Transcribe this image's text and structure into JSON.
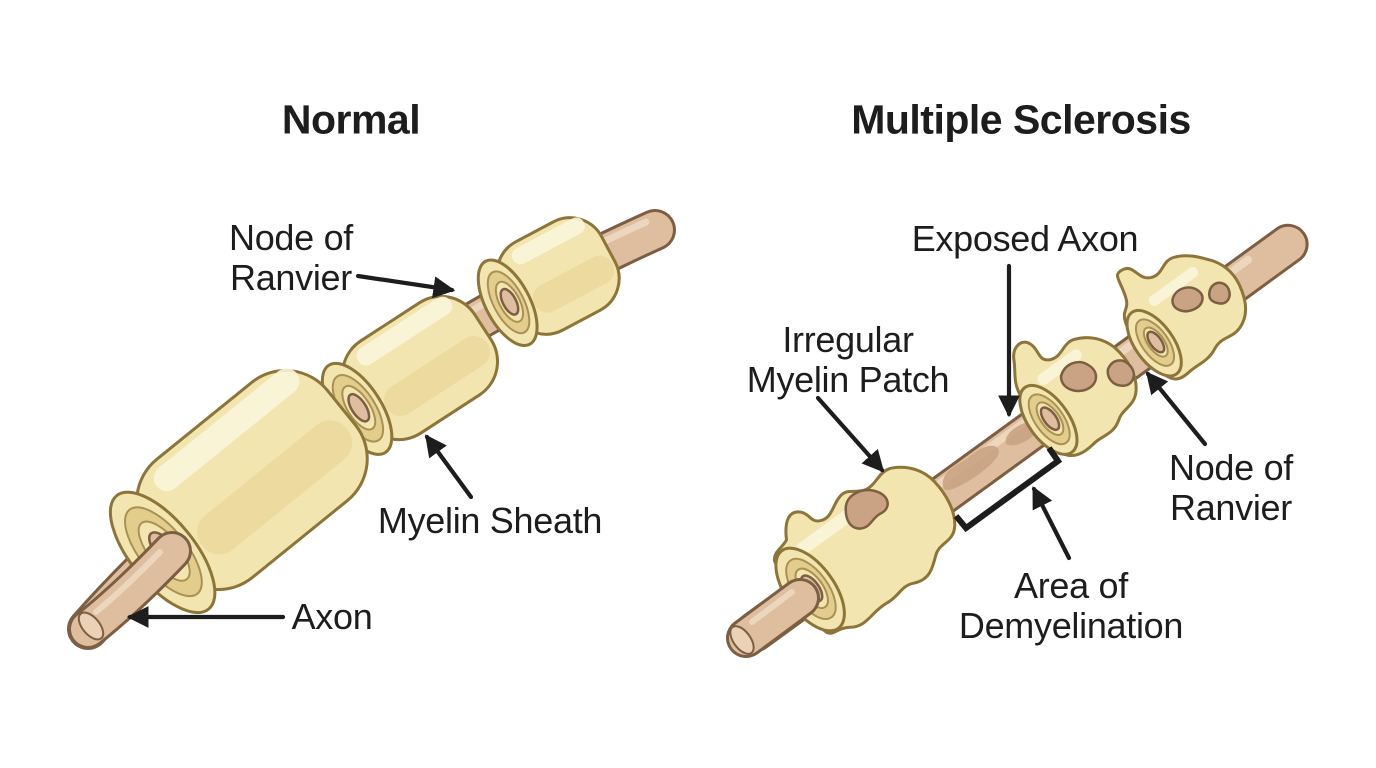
{
  "figure": {
    "left": {
      "title": "Normal",
      "labels": {
        "node_of_ranvier": "Node of\nRanvier",
        "myelin_sheath": "Myelin Sheath",
        "axon": "Axon"
      }
    },
    "right": {
      "title": "Multiple Sclerosis",
      "labels": {
        "exposed_axon": "Exposed Axon",
        "irregular_myelin_patch": "Irregular\nMyelin Patch",
        "node_of_ranvier": "Node of\nRanvier",
        "area_of_demyelination": "Area of\nDemyelination"
      }
    }
  },
  "colors": {
    "bg": "#FFFFFF",
    "ink": "#1D1D1D",
    "myelin": "#F3E5AF",
    "myelin-light": "#FBF5DA",
    "myelin-shade": "#E7D291",
    "myelin-ring": "#E3CD8C",
    "myelin-outline": "#8C7539",
    "ring-line": "#AA9153",
    "axon": "#DEBE9F",
    "axon-light": "#F1DEC8",
    "axon-dark": "#C9A383",
    "axon-face": "#EBD2B6",
    "axon-outline": "#7C5E42"
  }
}
